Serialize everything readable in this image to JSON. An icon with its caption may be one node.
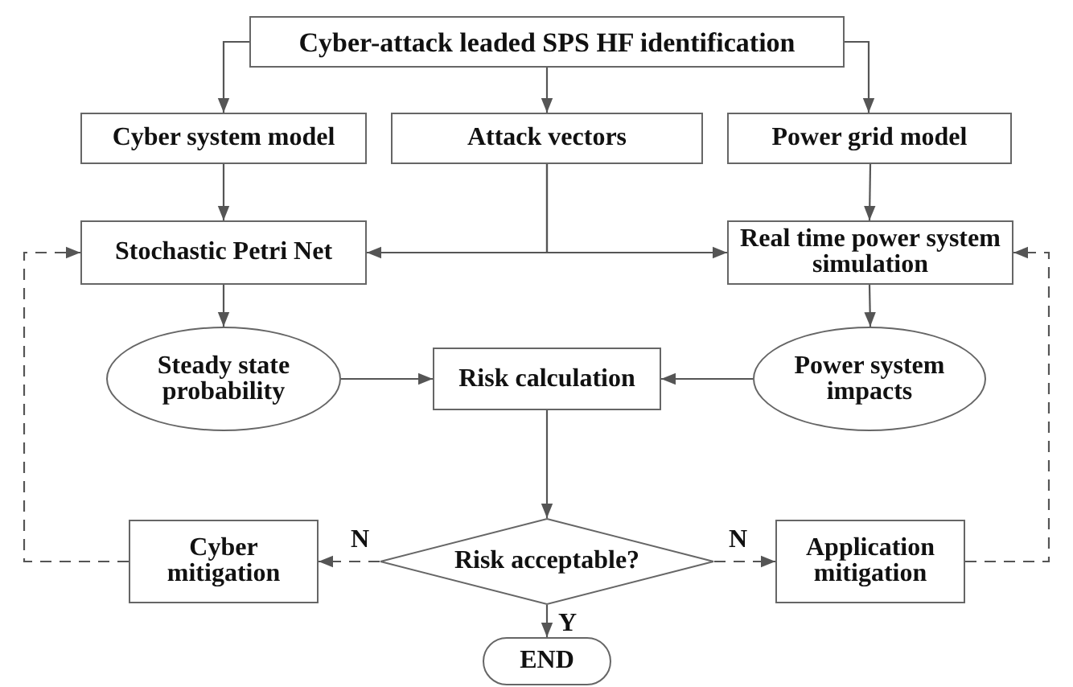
{
  "diagram": {
    "nodes": [
      {
        "text": [
          "Cyber-attack leaded SPS HF identification"
        ]
      },
      {
        "text": [
          "Cyber system model"
        ]
      },
      {
        "text": [
          "Attack vectors"
        ]
      },
      {
        "text": [
          "Power grid model"
        ]
      },
      {
        "text": [
          "Stochastic Petri Net"
        ]
      },
      {
        "text": [
          "Real time power system simulation"
        ]
      },
      {
        "text": [
          "Steady state probability"
        ]
      },
      {
        "text": [
          "Risk calculation"
        ]
      },
      {
        "text": [
          "Power system impacts"
        ]
      },
      {
        "text": [
          "Risk acceptable?"
        ]
      },
      {
        "text": [
          "Cyber mitigation"
        ]
      },
      {
        "text": [
          "Application mitigation"
        ]
      },
      {
        "text": [
          "END"
        ]
      }
    ],
    "edges": [
      {
        "from": 0,
        "to": 1,
        "arrow": "to"
      },
      {
        "from": 0,
        "to": 2,
        "arrow": "to"
      },
      {
        "from": 0,
        "to": 3,
        "arrow": "to"
      },
      {
        "from": 1,
        "to": 4,
        "arrow": "to"
      },
      {
        "from": 2,
        "to": 4,
        "arrow": "to"
      },
      {
        "from": 2,
        "to": 5,
        "arrow": "to"
      },
      {
        "from": 3,
        "to": 5,
        "arrow": "to"
      },
      {
        "from": 4,
        "to": 6,
        "arrow": "to"
      },
      {
        "from": 5,
        "to": 8,
        "arrow": "to"
      },
      {
        "from": 6,
        "to": 7,
        "arrow": "to"
      },
      {
        "from": 8,
        "to": 7,
        "arrow": "to"
      },
      {
        "from": 7,
        "to": 9,
        "arrow": "to"
      },
      {
        "from": 9,
        "to": 10,
        "arrow": "to",
        "label": "N",
        "style": "dashed"
      },
      {
        "from": 9,
        "to": 11,
        "arrow": "to",
        "label": "N",
        "style": "dashed"
      },
      {
        "from": 10,
        "to": 4,
        "arrow": "to",
        "style": "dashed"
      },
      {
        "from": 11,
        "to": 5,
        "arrow": "to",
        "style": "dashed"
      },
      {
        "from": 9,
        "to": 12,
        "arrow": "to",
        "label": "Y"
      }
    ]
  }
}
